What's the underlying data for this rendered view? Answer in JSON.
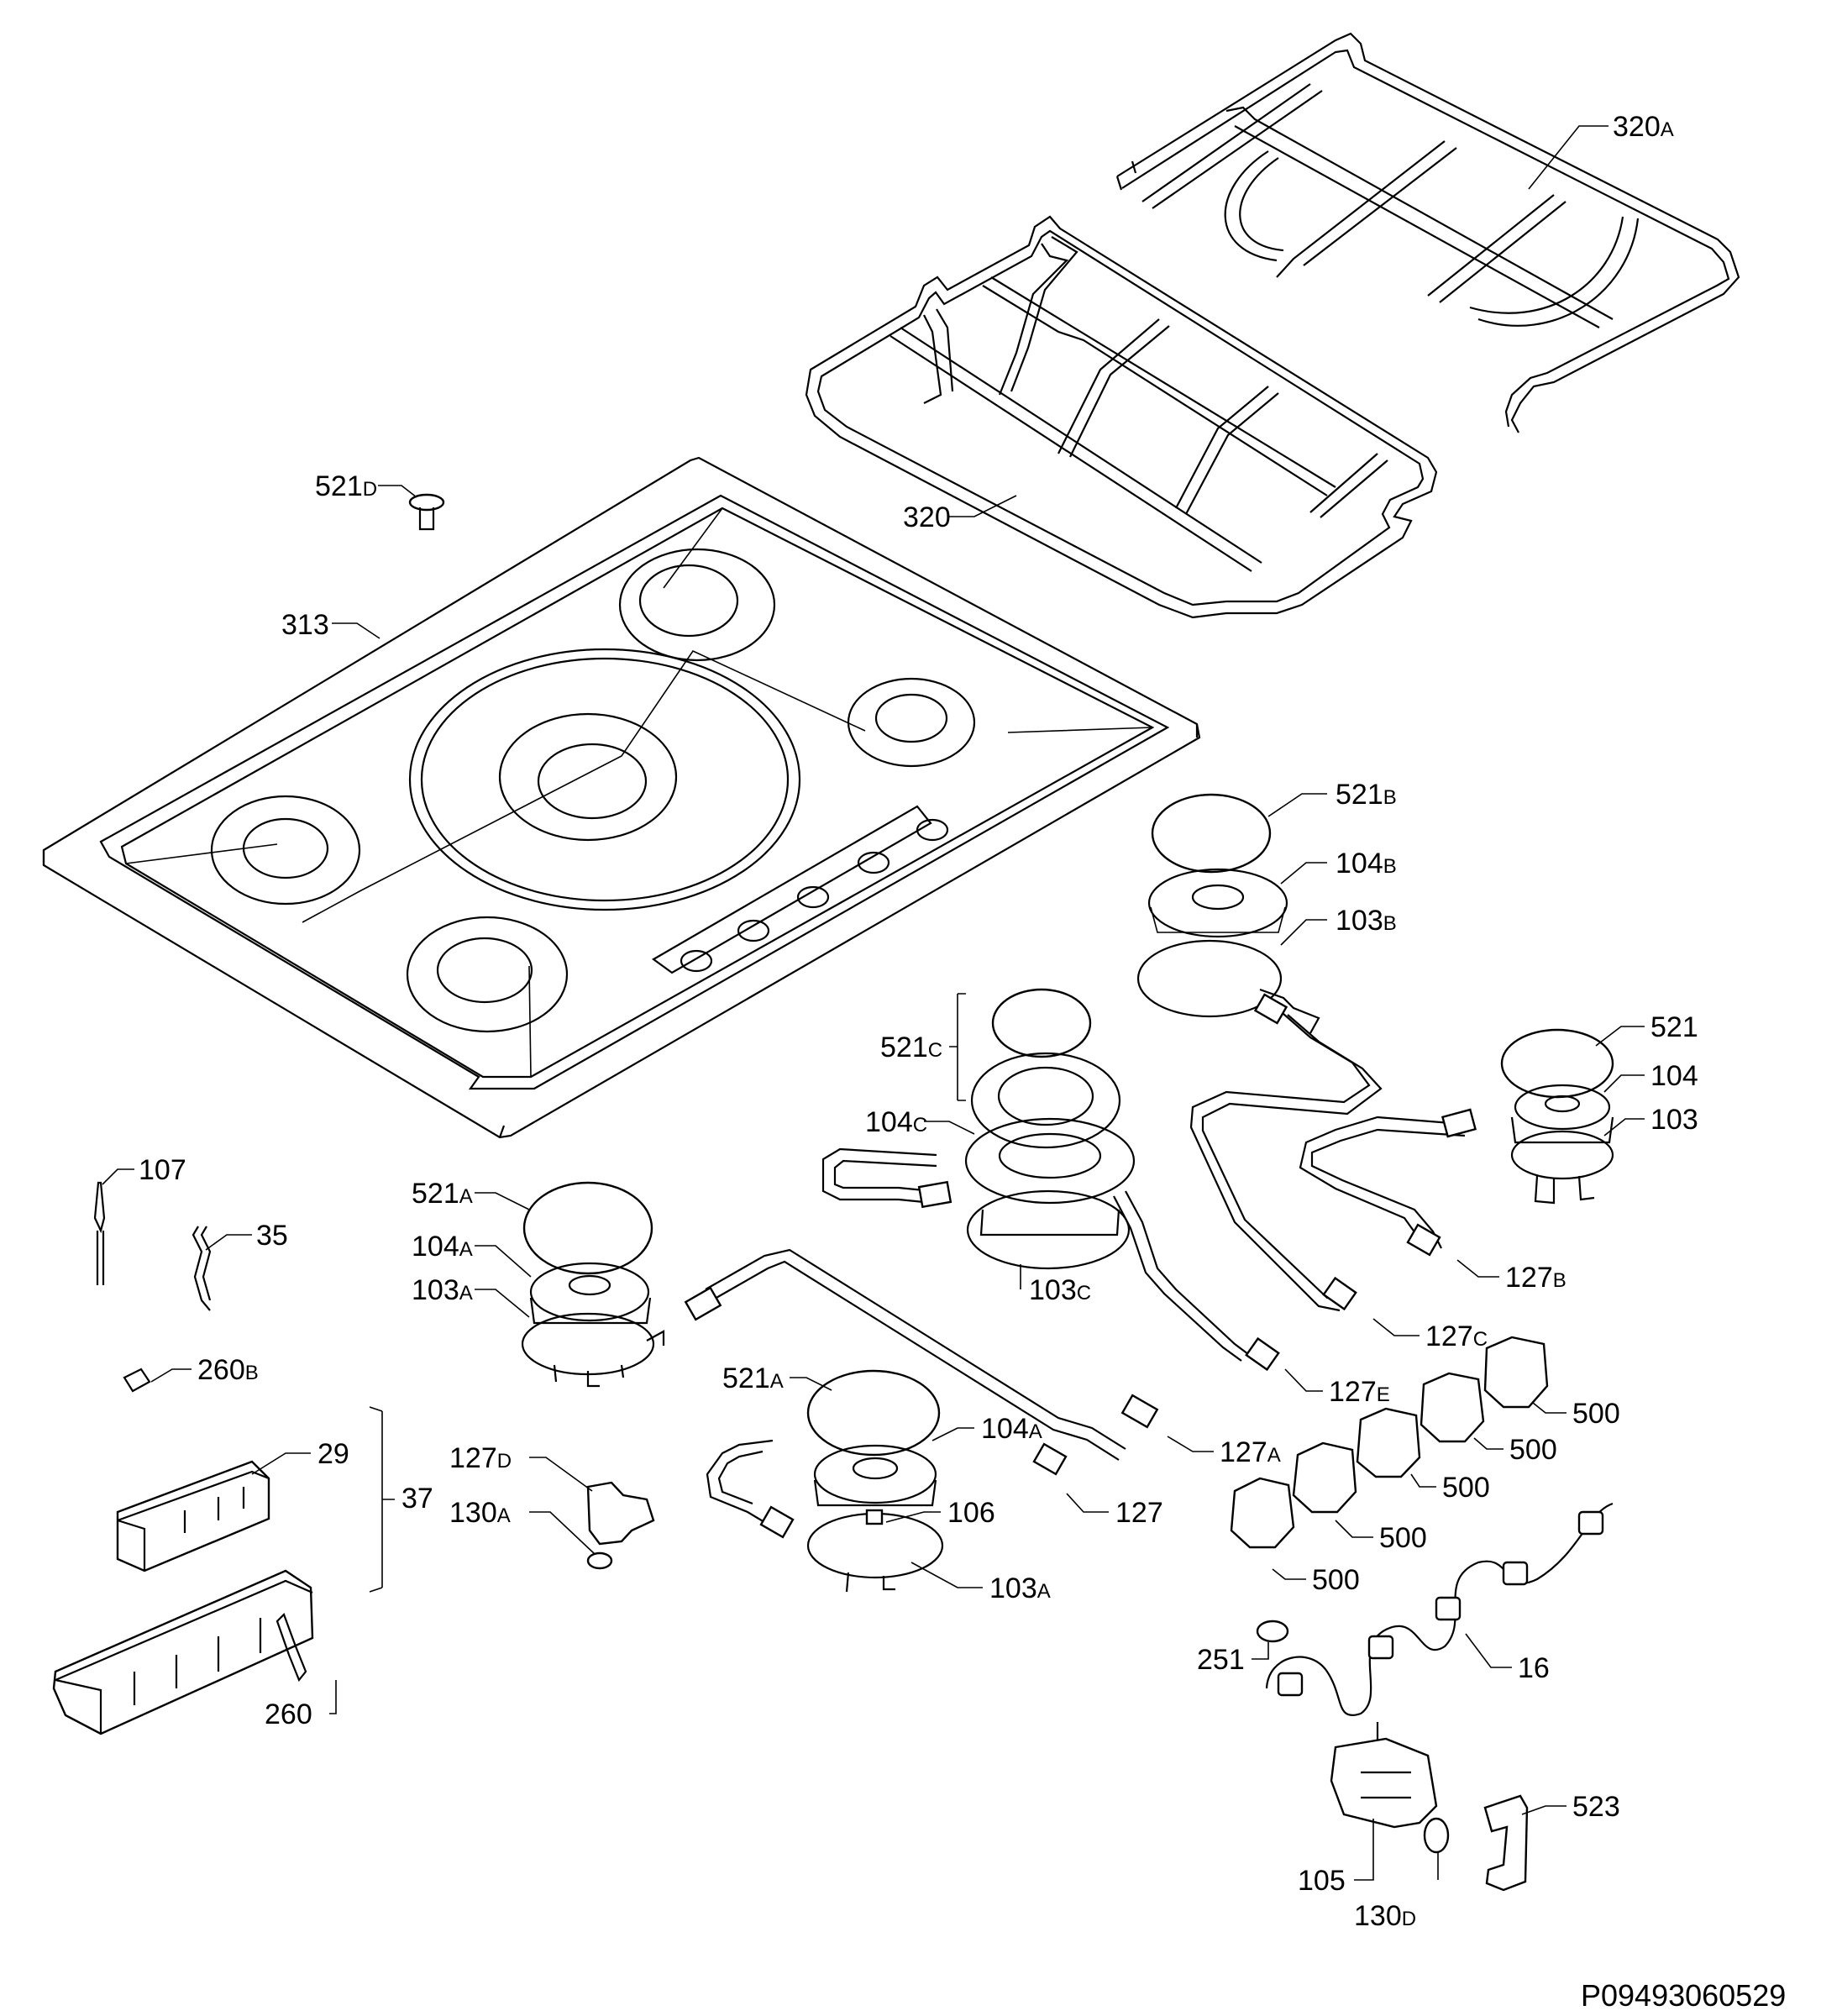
{
  "document_id": "P09493060529",
  "labels": [
    {
      "key": "320A",
      "num": "320",
      "sub": "A"
    },
    {
      "key": "320",
      "num": "320",
      "sub": ""
    },
    {
      "key": "521D",
      "num": "521",
      "sub": "D"
    },
    {
      "key": "313",
      "num": "313",
      "sub": ""
    },
    {
      "key": "521B",
      "num": "521",
      "sub": "B"
    },
    {
      "key": "104B",
      "num": "104",
      "sub": "B"
    },
    {
      "key": "103B",
      "num": "103",
      "sub": "B"
    },
    {
      "key": "521",
      "num": "521",
      "sub": ""
    },
    {
      "key": "104",
      "num": "104",
      "sub": ""
    },
    {
      "key": "103",
      "num": "103",
      "sub": ""
    },
    {
      "key": "521C",
      "num": "521",
      "sub": "C"
    },
    {
      "key": "104C",
      "num": "104",
      "sub": "C"
    },
    {
      "key": "103C",
      "num": "103",
      "sub": "C"
    },
    {
      "key": "107",
      "num": "107",
      "sub": ""
    },
    {
      "key": "35",
      "num": "35",
      "sub": ""
    },
    {
      "key": "521A_left",
      "num": "521",
      "sub": "A"
    },
    {
      "key": "104A_left",
      "num": "104",
      "sub": "A"
    },
    {
      "key": "103A_left",
      "num": "103",
      "sub": "A"
    },
    {
      "key": "127B",
      "num": "127",
      "sub": "B"
    },
    {
      "key": "127C",
      "num": "127",
      "sub": "C"
    },
    {
      "key": "260B",
      "num": "260",
      "sub": "B"
    },
    {
      "key": "127E",
      "num": "127",
      "sub": "E"
    },
    {
      "key": "500_1",
      "num": "500",
      "sub": ""
    },
    {
      "key": "521A_mid",
      "num": "521",
      "sub": "A"
    },
    {
      "key": "104A_mid",
      "num": "104",
      "sub": "A"
    },
    {
      "key": "29",
      "num": "29",
      "sub": ""
    },
    {
      "key": "127D",
      "num": "127",
      "sub": "D"
    },
    {
      "key": "127A",
      "num": "127",
      "sub": "A"
    },
    {
      "key": "500_2",
      "num": "500",
      "sub": ""
    },
    {
      "key": "500_3",
      "num": "500",
      "sub": ""
    },
    {
      "key": "37",
      "num": "37",
      "sub": ""
    },
    {
      "key": "106",
      "num": "106",
      "sub": ""
    },
    {
      "key": "130A",
      "num": "130",
      "sub": "A"
    },
    {
      "key": "127",
      "num": "127",
      "sub": ""
    },
    {
      "key": "500_4",
      "num": "500",
      "sub": ""
    },
    {
      "key": "103A_mid",
      "num": "103",
      "sub": "A"
    },
    {
      "key": "500_5",
      "num": "500",
      "sub": ""
    },
    {
      "key": "251",
      "num": "251",
      "sub": ""
    },
    {
      "key": "16",
      "num": "16",
      "sub": ""
    },
    {
      "key": "260",
      "num": "260",
      "sub": ""
    },
    {
      "key": "523",
      "num": "523",
      "sub": ""
    },
    {
      "key": "105",
      "num": "105",
      "sub": ""
    },
    {
      "key": "130D",
      "num": "130",
      "sub": "D"
    }
  ]
}
